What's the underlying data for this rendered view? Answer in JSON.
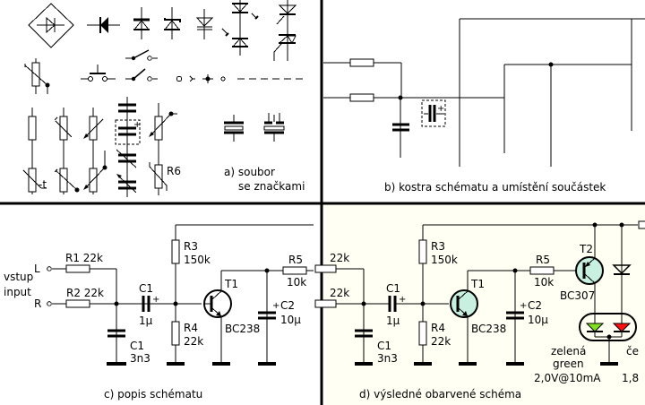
{
  "colors": {
    "background": "#ffffff",
    "panel_d_background": "#fffff4",
    "transistor_fill": "#c8f0e0",
    "led_green": "#80e020",
    "led_red": "#ff1010",
    "line": "#000000"
  },
  "panels": {
    "a": {
      "caption_line1": "a) soubor",
      "caption_line2": "se značkami",
      "label_r6": "R6",
      "label_neg_t": "-t",
      "plus": "+"
    },
    "b": {
      "caption": "b) kostra schématu a umístění součástek",
      "plus": "+"
    },
    "c": {
      "caption": "c) popis schématu",
      "input_label_cz": "vstup",
      "input_label_en": "input",
      "terminal_l": "L",
      "terminal_r": "R",
      "r1": "R1 22k",
      "r2": "R2 22k",
      "c1_name": "C1",
      "c1_value": "1μ",
      "c1b_name": "C1",
      "c1b_value": "3n3",
      "r3_name": "R3",
      "r3_value": "150k",
      "r4_name": "R4",
      "r4_value": "22k",
      "t1_name": "T1",
      "t1_type": "BC238",
      "r5_name": "R5",
      "r5_value": "10k",
      "c2_name": "C2",
      "c2_value": "10μ",
      "plus": "+"
    },
    "d": {
      "caption": "d) výsledné obarvené schéma",
      "r1_value": "22k",
      "r2_value": "22k",
      "c1_name": "C1",
      "c1_value": "1μ",
      "c1b_name": "C1",
      "c1b_value": "3n3",
      "r3_name": "R3",
      "r3_value": "150k",
      "r4_name": "R4",
      "r4_value": "22k",
      "t1_name": "T1",
      "t1_type": "BC238",
      "r5_name": "R5",
      "r5_value": "10k",
      "c2_name": "C2",
      "c2_value": "10μ",
      "t2_name": "T2",
      "t2_type": "BC307",
      "led_green_cz": "zelená",
      "led_green_en": "green",
      "led_green_spec": "2,0V@10mA",
      "led_red_cz": "če",
      "led_red_spec": "1,8",
      "plus": "+"
    }
  }
}
